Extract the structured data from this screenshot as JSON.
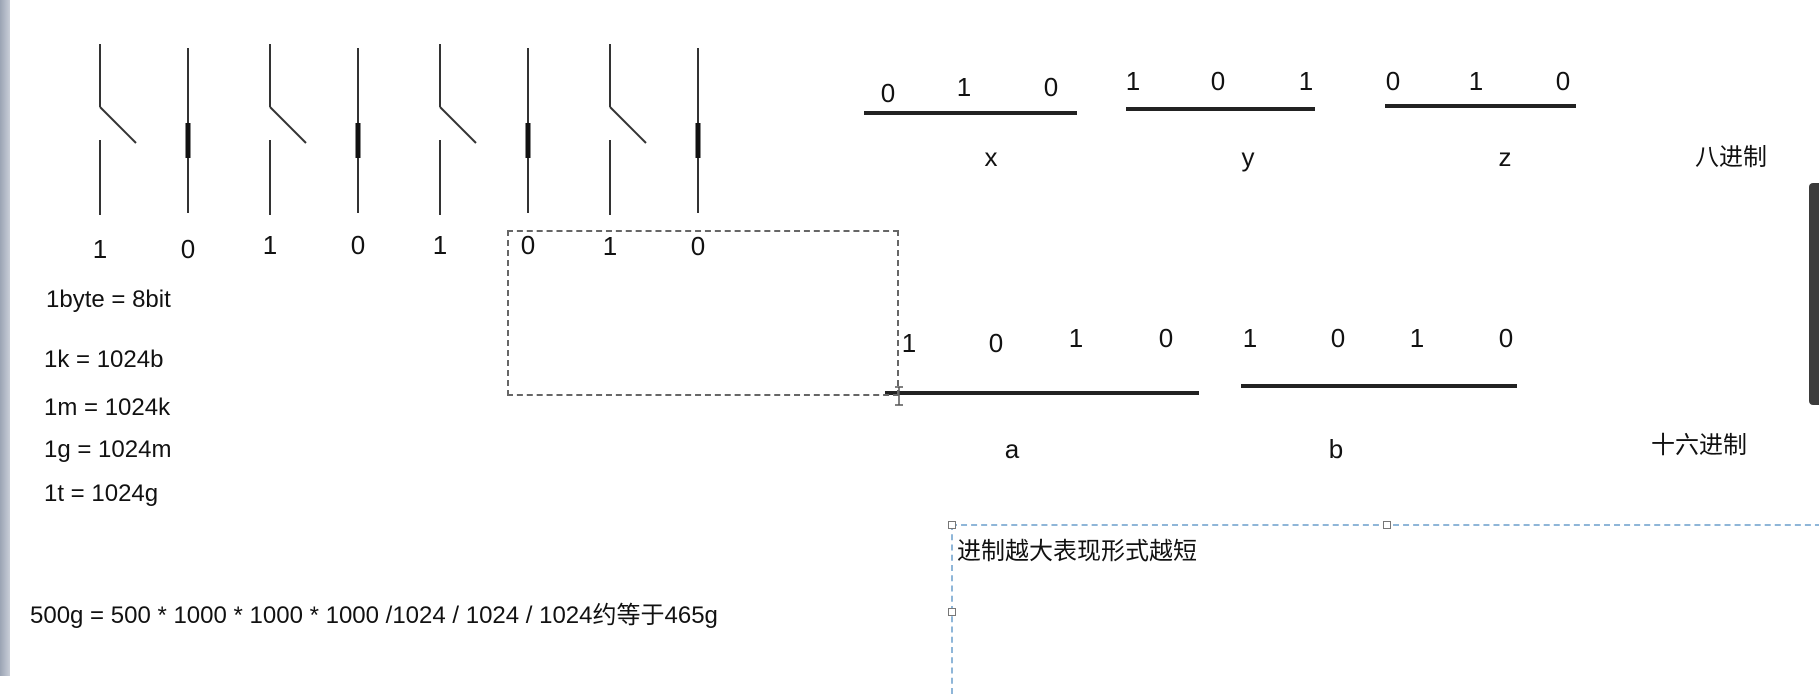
{
  "switch_bits": [
    "1",
    "0",
    "1",
    "0",
    "1",
    "0",
    "1",
    "0"
  ],
  "byte_notes": {
    "byte": "1byte = 8bit",
    "k": "1k = 1024b",
    "m": "1m = 1024k",
    "g": "1g = 1024m",
    "t": "1t = 1024g"
  },
  "formula": "500g = 500 * 1000 * 1000 * 1000 /1024 / 1024 / 1024约等于465g",
  "octal": {
    "groups": [
      {
        "bits": [
          "0",
          "1",
          "0"
        ],
        "letter": "x"
      },
      {
        "bits": [
          "1",
          "0",
          "1"
        ],
        "letter": "y"
      },
      {
        "bits": [
          "0",
          "1",
          "0"
        ],
        "letter": "z"
      }
    ],
    "label": "八进制"
  },
  "hex": {
    "bits": [
      "1",
      "0",
      "1",
      "0",
      "1",
      "0",
      "1",
      "0"
    ],
    "groups": [
      {
        "letter": "a"
      },
      {
        "letter": "b"
      }
    ],
    "label": "十六进制"
  },
  "textbox": "进制越大表现形式越短",
  "colors": {
    "ink": "#111111",
    "selection": "#666666",
    "textbox_border": "#8fb6d8"
  }
}
